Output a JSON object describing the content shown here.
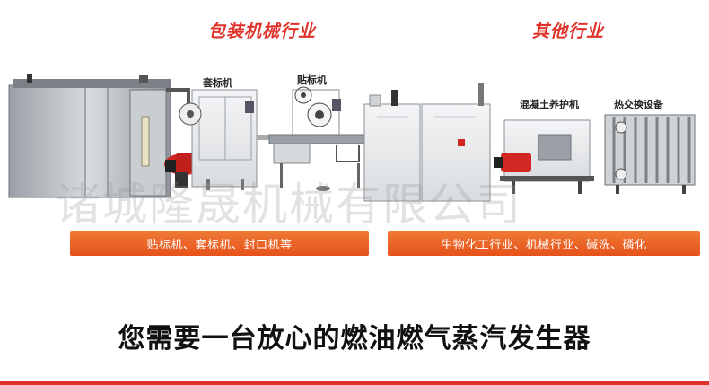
{
  "sections": {
    "packaging_title": "包装机械行业",
    "other_title": "其他行业"
  },
  "equipment": {
    "sleeve_labeler": "套标机",
    "labeler": "贴标机",
    "concrete_curing": "混凝土养护机",
    "heat_exchanger": "热交换设备"
  },
  "banners": {
    "left": "贴标机、套标机、封口机等",
    "right": "生物化工行业、机械行业、碱洗、磷化"
  },
  "watermark": "诸城隆晟机械有限公司",
  "tagline": "您需要一台放心的燃油燃气蒸汽发生器",
  "colors": {
    "accent_red": "#e0322a",
    "banner_orange": "#ec6425"
  }
}
